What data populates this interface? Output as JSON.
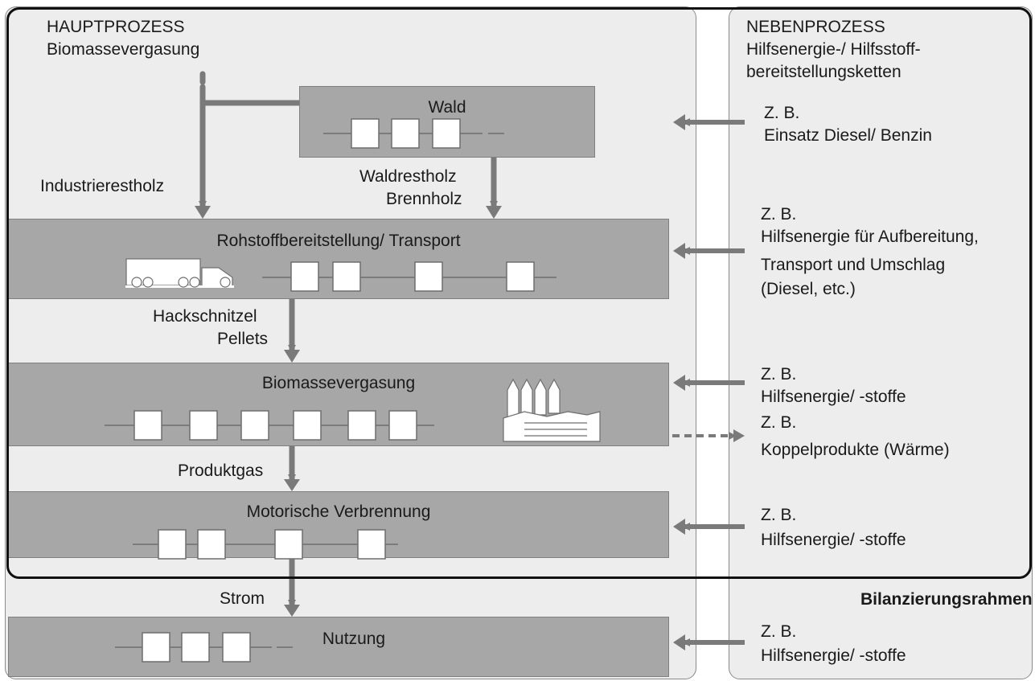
{
  "main_process": {
    "heading": "HAUPTPROZESS",
    "subtitle": "Biomassevergasung",
    "steps": {
      "forest": "Wald",
      "supply": "Rohstoffbereitstellung/ Transport",
      "gasification": "Biomassevergasung",
      "combustion": "Motorische Verbrennung",
      "use": "Nutzung"
    },
    "flows": {
      "industrial": "Industrierestholz",
      "forest_residue": "Waldrestholz",
      "firewood": "Brennholz",
      "chips": "Hackschnitzel",
      "pellets": "Pellets",
      "product_gas": "Produktgas",
      "power": "Strom"
    }
  },
  "side_process": {
    "heading": "NEBENPROZESS",
    "subtitle_line1": "Hilfsenergie-/ Hilfsstoff-",
    "subtitle_line2": "bereitstellungsketten",
    "inputs": {
      "forest": [
        "Z. B.",
        "Einsatz Diesel/ Benzin"
      ],
      "supply": [
        "Z. B.",
        "Hilfsenergie für Aufbereitung,",
        "Transport und Umschlag",
        "(Diesel, etc.)"
      ],
      "gasification": [
        "Z. B.",
        "Hilfsenergie/ -stoffe"
      ],
      "coproducts": [
        "Z. B.",
        "Koppelprodukte (Wärme)"
      ],
      "combustion": [
        "Z. B.",
        "Hilfsenergie/ -stoffe"
      ],
      "use": [
        "Z. B.",
        "Hilfsenergie/ -stoffe"
      ]
    }
  },
  "boundary_label": "Bilanzierungsrahmen",
  "colors": {
    "panel": "#ededed",
    "box": "#a7a7a7",
    "arrow": "#7a7a7a",
    "frame": "#111111",
    "icon": "#ffffff"
  },
  "icons": [
    "truck-icon",
    "factory-icon"
  ]
}
